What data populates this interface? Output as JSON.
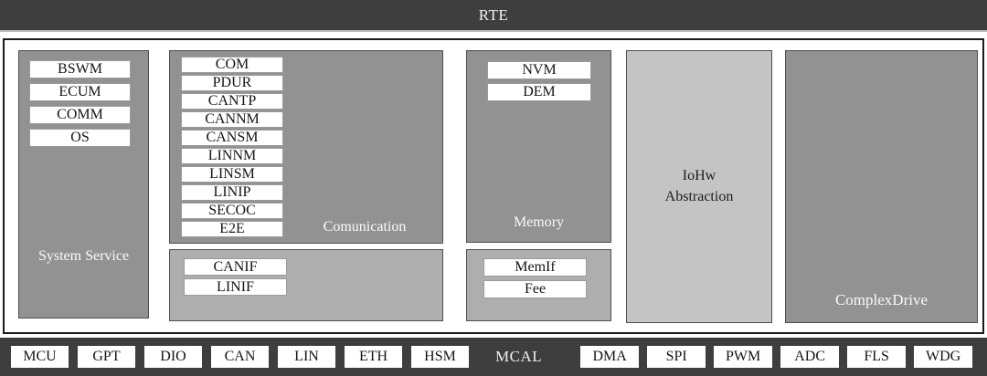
{
  "rte_layer": {
    "label": "RTE"
  },
  "bsw": {
    "system_service": {
      "label": "System Service",
      "modules": [
        "BSWM",
        "ECUM",
        "COMM",
        "OS"
      ]
    },
    "communication": {
      "label": "Comunication",
      "modules": [
        "COM",
        "PDUR",
        "CANTP",
        "CANNM",
        "CANSM",
        "LINNM",
        "LINSM",
        "LINIP",
        "SECOC",
        "E2E"
      ]
    },
    "communication_if": {
      "modules": [
        "CANIF",
        "LINIF"
      ]
    },
    "memory": {
      "label": "Memory",
      "modules": [
        "NVM",
        "DEM"
      ]
    },
    "memory_if": {
      "modules": [
        "MemIf",
        "Fee"
      ]
    },
    "iohw_abstraction": {
      "label": "IoHw\nAbstraction"
    },
    "complex_drive": {
      "label": "ComplexDrive"
    }
  },
  "mcal_layer": {
    "label": "MCAL",
    "left_modules": [
      "MCU",
      "GPT",
      "DIO",
      "CAN",
      "LIN",
      "ETH",
      "HSM"
    ],
    "right_modules": [
      "DMA",
      "SPI",
      "PWM",
      "ADC",
      "FLS",
      "WDG"
    ]
  },
  "colors": {
    "layer_bar": "#3e3e3e",
    "block_gray": "#929292",
    "block_light_gray": "#aeaeae",
    "block_lighter_gray": "#c4c4c4",
    "module_white": "#ffffff"
  }
}
